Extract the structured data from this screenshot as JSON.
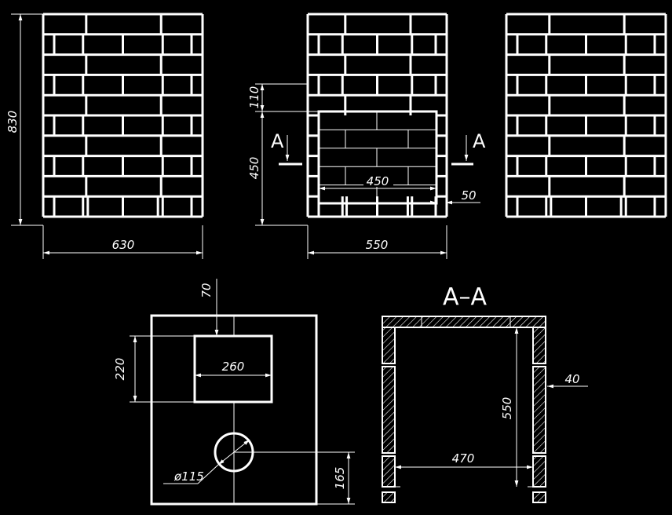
{
  "drawing": {
    "views": {
      "left_elevation": {
        "height_label": "830",
        "width_label": "630"
      },
      "front_elevation": {
        "lintel_label": "110",
        "opening_height_label": "450",
        "opening_width_label": "450",
        "offset_label": "50",
        "width_label": "550",
        "section_marker_left": "A",
        "section_marker_right": "A"
      },
      "right_elevation": {},
      "plan_view": {
        "top_offset_label": "70",
        "rect_height_label": "220",
        "rect_width_label": "260",
        "hole_label": "ø115",
        "hole_offset_label": "165"
      },
      "section_view": {
        "title": "A–A",
        "height_label": "550",
        "width_label": "470",
        "wall_label": "40"
      }
    },
    "colors": {
      "background": "#000000",
      "linework": "#ffffff"
    }
  }
}
